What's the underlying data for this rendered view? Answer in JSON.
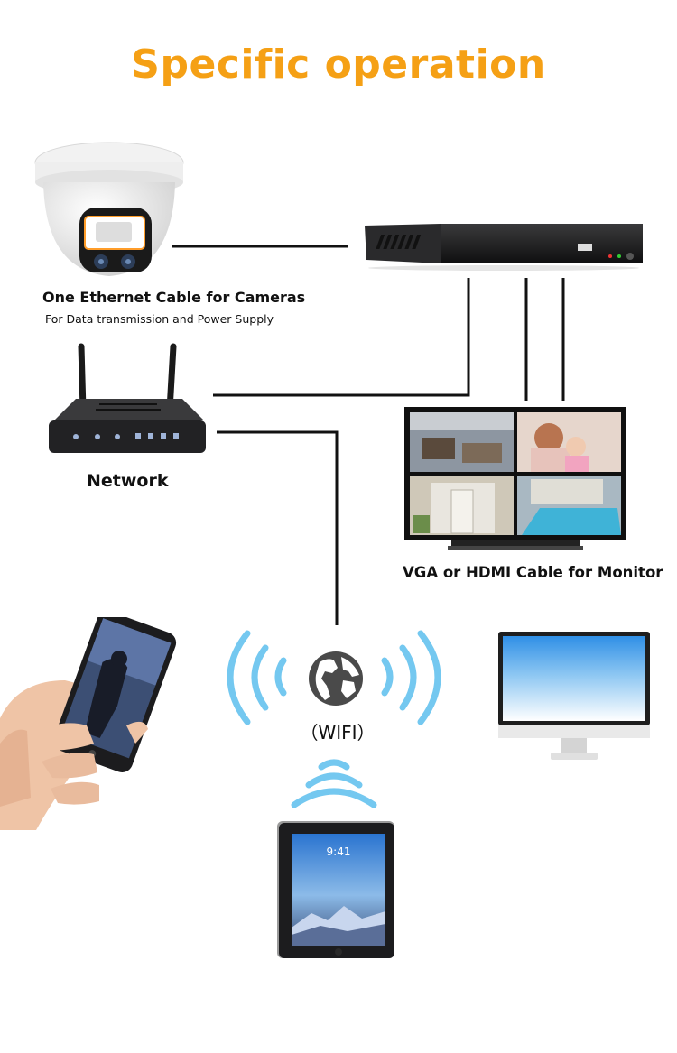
{
  "title": "Specific operation",
  "colors": {
    "title": "#f5a015",
    "cable": "#111111",
    "wifi_waves": "#74c8f0",
    "device_dark": "#1c1c1e"
  },
  "camera": {
    "label": "One Ethernet Cable for Cameras",
    "sublabel": "For Data transmission and Power Supply",
    "icon": "dome-camera-icon"
  },
  "nvr": {
    "icon": "nvr-recorder-icon"
  },
  "router": {
    "label": "Network",
    "icon": "wifi-router-icon"
  },
  "monitor": {
    "label": "VGA or HDMI Cable for Monitor",
    "icon": "monitor-icon"
  },
  "wifi": {
    "label": "（WIFI）",
    "icon": "globe-icon"
  },
  "tablet": {
    "time": "9:41",
    "icon": "tablet-icon"
  },
  "phone": {
    "icon": "smartphone-icon"
  },
  "computer": {
    "icon": "desktop-computer-icon"
  }
}
